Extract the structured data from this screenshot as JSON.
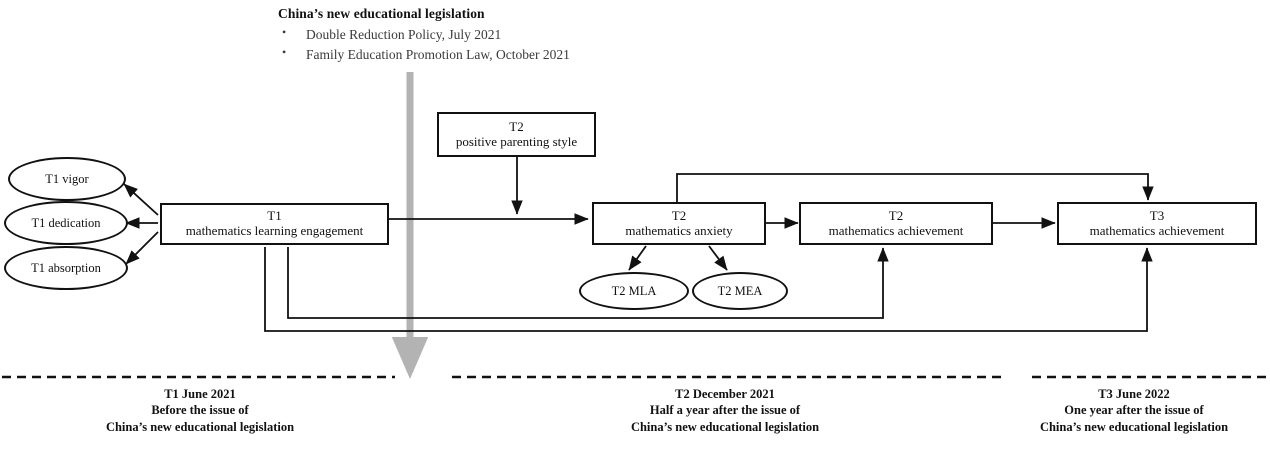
{
  "legend": {
    "title": "China’s new educational legislation",
    "items": [
      "Double Reduction Policy, July 2021",
      "Family Education Promotion Law, October 2021"
    ]
  },
  "nodes": {
    "t1_vigor": "T1 vigor",
    "t1_dedication": "T1 dedication",
    "t1_absorption": "T1 absorption",
    "t1_engagement_line1": "T1",
    "t1_engagement_line2": "mathematics learning engagement",
    "t2_parenting_line1": "T2",
    "t2_parenting_line2": "positive parenting style",
    "t2_anxiety_line1": "T2",
    "t2_anxiety_line2": "mathematics anxiety",
    "t2_achievement_line1": "T2",
    "t2_achievement_line2": "mathematics achievement",
    "t3_achievement_line1": "T3",
    "t3_achievement_line2": "mathematics achievement",
    "t2_mla": "T2 MLA",
    "t2_mea": "T2 MEA"
  },
  "timeline": {
    "t1": {
      "line1": "T1 June 2021",
      "line2": "Before the issue of",
      "line3": "China’s new educational legislation"
    },
    "t2": {
      "line1": "T2 December 2021",
      "line2": "Half a year after the issue of",
      "line3": "China’s new educational legislation"
    },
    "t3": {
      "line1": "T3 June 2022",
      "line2": "One year after the issue of",
      "line3": "China’s new educational legislation"
    }
  },
  "colors": {
    "stroke": "#111111",
    "legislation_arrow": "#b3b3b3",
    "background": "#ffffff"
  },
  "icons": {
    "legislation_arrow": "down-arrow-icon",
    "timeline_divider": "dashed-line-icon"
  }
}
